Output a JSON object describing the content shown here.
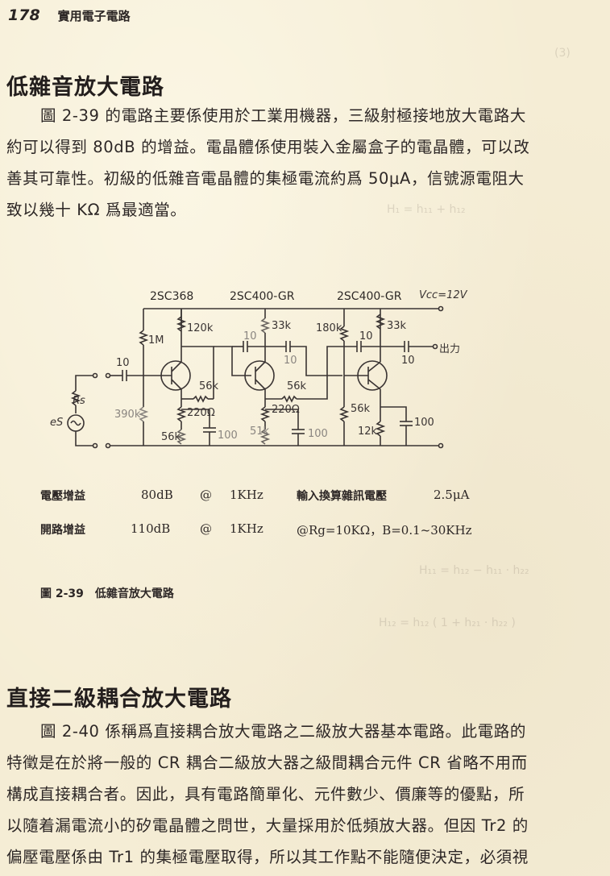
{
  "header": {
    "page_number": "178",
    "book_title": "實用電子電路"
  },
  "section1": {
    "title": "低雜音放大電路",
    "paragraph": [
      "圖 2-39 的電路主要係使用於工業用機器，三級射極接地放大電路大",
      "約可以得到 80dB 的增益。電晶體係使用裝入金屬盒子的電晶體，可以改",
      "善其可靠性。初級的低雜音電晶體的集極電流約爲 50μA，信號源電阻大",
      "致以幾十 KΩ 爲最適當。"
    ]
  },
  "figure": {
    "transistors": [
      "2SC368",
      "2SC400-GR",
      "2SC400-GR"
    ],
    "vcc_label": "Vcc=12V",
    "output_label": "出力",
    "source_resistor_label": "Rs",
    "source_label": "eS",
    "components": {
      "stage1": {
        "r_bias_top": "1M",
        "r_collector": "120k",
        "c_input": "10",
        "r_bias_bottom": "390k",
        "r_emitter": "220Ω",
        "r_emitter2": "56k",
        "c_bypass": "100",
        "r_feedback": "56k"
      },
      "stage2": {
        "c_in": "10",
        "r_collector": "33k",
        "c_coupling": "10",
        "r_emitter": "220Ω",
        "r_emitter2": "51k",
        "c_bypass": "100",
        "r_feedback": "56k"
      },
      "stage3": {
        "r_bias_top": "180k",
        "c_in": "10",
        "r_collector": "33k",
        "c_out": "10",
        "r_bias_bottom": "56k",
        "r_emitter": "12k",
        "c_bypass": "100"
      }
    },
    "specs": [
      {
        "label": "電壓增益",
        "value": "80dB",
        "at": "@",
        "freq": "1KHz",
        "extra_label": "輸入換算雜訊電壓",
        "extra_value": "2.5μA"
      },
      {
        "label": "開路增益",
        "value": "110dB",
        "at": "@",
        "freq": "1KHz",
        "extra_label": "",
        "extra_value": "@Rg=10KΩ，B=0.1~30KHz"
      }
    ],
    "caption": "圖 2-39　低雜音放大電路"
  },
  "section2": {
    "title": "直接二級耦合放大電路",
    "paragraph": [
      "圖 2-40 係稱爲直接耦合放大電路之二級放大器基本電路。此電路的",
      "特徵是在於將一般的 CR 耦合二級放大器之級間耦合元件 CR 省略不用而",
      "構成直接耦合者。因此，具有電路簡單化、元件數少、價廉等的優點，所",
      "以隨着漏電流小的矽電晶體之問世，大量採用於低頻放大器。但因 Tr2 的",
      "偏壓電壓係由 Tr1 的集極電壓取得，所以其工作點不能隨便決定，必須視"
    ]
  },
  "colors": {
    "paper": "#f5edd5",
    "ink": "#2d2726"
  }
}
